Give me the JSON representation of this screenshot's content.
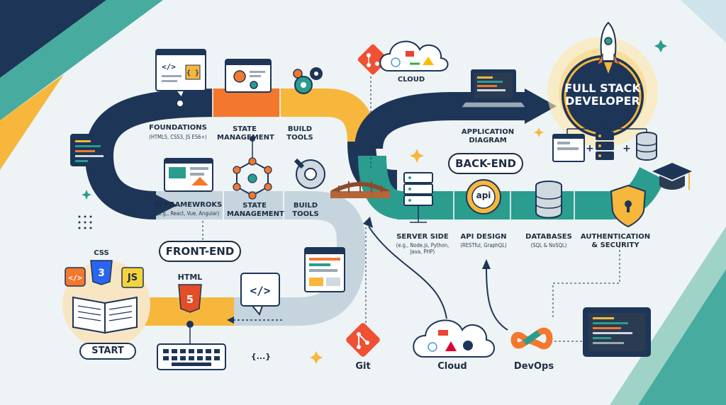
{
  "title": {
    "line1": "FULL STACK",
    "line2": "DEVELOPER"
  },
  "sections": {
    "front_end": "FRONT-END",
    "back_end": "BACK-END",
    "start": "START"
  },
  "front_upper": [
    {
      "title": "FOUNDATIONS",
      "sub": "(HTML5, CSS3, JS ES6+)"
    },
    {
      "title": "STATE\nMANAGEMENT",
      "sub": ""
    },
    {
      "title": "BUILD\nTOOLS",
      "sub": ""
    }
  ],
  "front_lower": [
    {
      "title": "UI FRAMEWROKS",
      "sub": "(e.g., React, Vue, Angular)"
    },
    {
      "title": "STATE\nMANAGEMENT",
      "sub": ""
    },
    {
      "title": "BUILD\nTOOLS",
      "sub": ""
    }
  ],
  "back_items": [
    {
      "title": "SERVER SIDE",
      "sub": "(e.g., Node.js, Python,\nJava, PHP)"
    },
    {
      "title": "API DESIGN",
      "sub": "(RESTful, GraphQL)"
    },
    {
      "title": "DATABASES",
      "sub": "(SQL & NoSQL)"
    },
    {
      "title": "AUTHENTICATION\n& SECURITY",
      "sub": ""
    }
  ],
  "app_diagram": "APPLICATION\nDIAGRAM",
  "cloud_top": "CLOUD",
  "icons_text": {
    "css": "CSS",
    "js": "JS",
    "html": "HTML",
    "api": "api",
    "braces": "{...}",
    "code": "</>",
    "curly": "{ }"
  },
  "tools": {
    "git": "Git",
    "cloud": "Cloud",
    "devops": "DevOps"
  },
  "colors": {
    "navy": "#1d3557",
    "orange": "#f4772e",
    "yellow": "#f6b73c",
    "teal": "#2a9d8f",
    "light": "#cfd9e0",
    "bg": "#eef3f5"
  }
}
